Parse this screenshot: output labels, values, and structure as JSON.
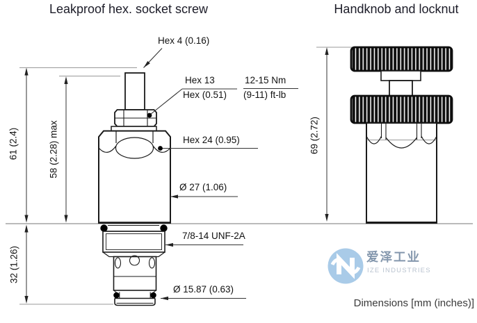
{
  "titles": {
    "left": "Leakproof hex. socket screw",
    "right": "Handknob and locknut"
  },
  "labels": {
    "hex_socket": "Hex 4 (0.16)",
    "locknut_hex_mm": "Hex  13",
    "locknut_hex_in": "Hex (0.51)",
    "torque_metric": "12-15 Nm",
    "torque_imperial": "(9-11) ft-lb",
    "body_hex": "Hex  24 (0.95)",
    "body_diameter": "Ø 27 (1.06)",
    "thread": "7/8-14 UNF-2A",
    "nose_diameter": "Ø 15.87 (0.63)"
  },
  "dimensions": {
    "overall_height": "61 (2.4)",
    "max_screw_height": "58 (2.28) max",
    "cartridge_depth": "32 (1.26)",
    "handknob_height": "69 (2.72)"
  },
  "footer": {
    "units_note": "Dimensions [mm (inches)]"
  },
  "watermark": {
    "name_cn": "爱泽工业",
    "name_en": "IZE INDUSTRIES",
    "logo_color": "#a9cbe8",
    "cn_color": "#8497ad",
    "en_color": "#b9c3cf"
  },
  "colors": {
    "part_line": "#1a1a1a",
    "dim_line": "#333333",
    "extension_line": "#999999",
    "ground_line": "#909090",
    "title_text": "#1c1c28"
  }
}
